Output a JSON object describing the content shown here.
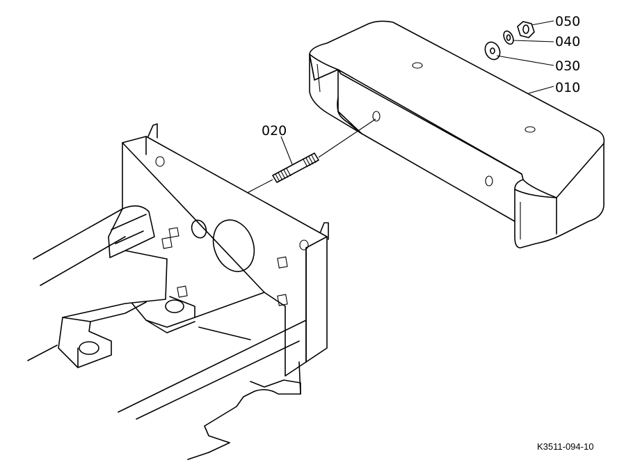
{
  "diagram": {
    "parts": [
      {
        "id": "010",
        "label": "010"
      },
      {
        "id": "020",
        "label": "020"
      },
      {
        "id": "030",
        "label": "030"
      },
      {
        "id": "040",
        "label": "040"
      },
      {
        "id": "050",
        "label": "050"
      }
    ],
    "reference_code": "K3511-094-10"
  }
}
